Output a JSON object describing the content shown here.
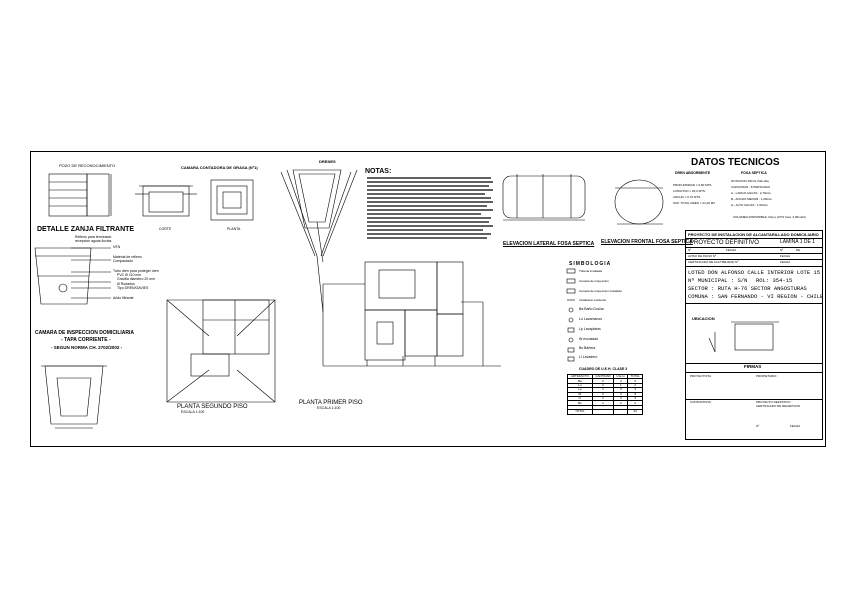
{
  "pozo": {
    "title": "POZO DE RECONOCIMIENTO"
  },
  "camara_grasa": {
    "title": "CAMARA CONTADORA DE GRASA (Nº1)",
    "corte": "CORTE",
    "planta": "PLANTA"
  },
  "drenes": {
    "title": "DRENES"
  },
  "notas": {
    "title": "NOTAS:"
  },
  "zanja": {
    "title": "DETALLE ZANJA FILTRANTE",
    "labels": [
      "Relleno para terminado",
      "recepcion aguas lluvias",
      "NTN",
      "Material de relleno",
      "Compactado",
      "Tubo dren para proteger dren",
      "PVC Ø 110 mm",
      "Gravilla diametro 20 mm",
      "Ø Rodados",
      "Tipo DREN/GAVIES",
      "Arido filtrante"
    ]
  },
  "camara_inspeccion": {
    "title": "CAMARA DE INSPECCION DOMICILIARIA",
    "subtitle": "- TAPA CORRIENTE -",
    "norma": "- SEGUN NORMA CH. 2702/2002 -"
  },
  "planos": {
    "segundo": "PLANTA SEGUNDO PISO",
    "segundo_escala": "ESCALA 1:100",
    "primero": "PLANTA PRIMER PISO",
    "primero_escala": "ESCALA 1:100"
  },
  "elevaciones": {
    "lateral": "ELEVACION LATERAL FOSA SEPTICA",
    "frontal": "ELEVACION FRONTAL FOSA SEPTICA"
  },
  "simbologia": {
    "title": "SIMBOLOGIA",
    "items": [
      "Tuberia instalada",
      "Camara de inspeccion",
      "Camara de inspeccion instalada",
      "Instalacion existente",
      "Ba  Baño Ducha",
      "Lo  Lavamanos",
      "Lp  Lavaplatos",
      "W  excusado",
      "Bs  Bañera",
      "Ll  Lavadero"
    ]
  },
  "cuadro_ueh": {
    "title": "CUADRO DE U.E.H. CLASE 3",
    "headers": [
      "ARTEFACTO",
      "CANTIDAD",
      "U.E.H.",
      "TOTAL"
    ],
    "rows": [
      [
        "Ba",
        "2",
        "3",
        "6"
      ],
      [
        "Lo",
        "2",
        "1",
        "2"
      ],
      [
        "Lp",
        "1",
        "3",
        "3"
      ],
      [
        "W",
        "2",
        "4",
        "8"
      ],
      [
        "Ll",
        "1",
        "3",
        "3"
      ],
      [
        "Bs",
        "1",
        "2",
        "2"
      ],
      [
        "",
        "",
        "",
        ""
      ]
    ],
    "total_label": "TOTAL",
    "total": "24"
  },
  "datos": {
    "title": "DATOS TECNICOS",
    "col1": "DREN ABSORBENTE",
    "col2": "FOSA SEPTICA",
    "dren": [
      "PROFUNDIDAD = 0,80 MTS.",
      "LONGITUD  = 30,0 MTS.",
      "ANCHO    = 0,70 MTS.",
      "SUP. TOTAL DREN = 21,00 M2"
    ],
    "fosa": [
      "DOTACION 150 lts./hab./dia",
      "CAPACIDAD    : 8 PERSONAS",
      "A.- LARGO AGUAS : 2,70mts.",
      "B.- ANCHO MENOR  : 1,00mts.",
      "H.- ALTO AGUAS  : 1,50mts."
    ],
    "volumen": "VOLUMEN DISPONIBLE: lts/p.p (67% fosa: 3,09mts3)"
  },
  "titulo": {
    "proyecto": "PROYECTO DE INSTALACION DE ALCANTARILLADO DOMICILIARIO",
    "tipo": "PROYECTO DEFINITIVO",
    "lamina": "LAMINA 1 DE 1",
    "no": "Nº",
    "fecha": "FECHA",
    "de": "DE",
    "aviso_inicio": "AVISO DE INICIO Nº",
    "cert_factibilidad": "CERTIFICADO DE FACTIBILIDAD  Nº",
    "lote": "LOTED DON ALFONSO CALLE INTERIOR LOTE 15",
    "municipal": "Nº MUNICIPAL : S/N",
    "rol": "ROL:   354-15",
    "sector": "SECTOR : RUTA H-76 SECTOR ANGOSTURAS",
    "comuna": "COMUNA : SAN FERNANDO - VI REGION - CHILE",
    "ubicacion": "UBICACION",
    "firmas": "FIRMAS",
    "proyectista": "PROYECTISTA :",
    "propietario": "PROPIETARIO :",
    "contratista": "CONTRATISTA :",
    "definitivo": "PROYECTO DEFINITIVO",
    "recepcion": "CERTIFICADO DE RECEPCION"
  }
}
